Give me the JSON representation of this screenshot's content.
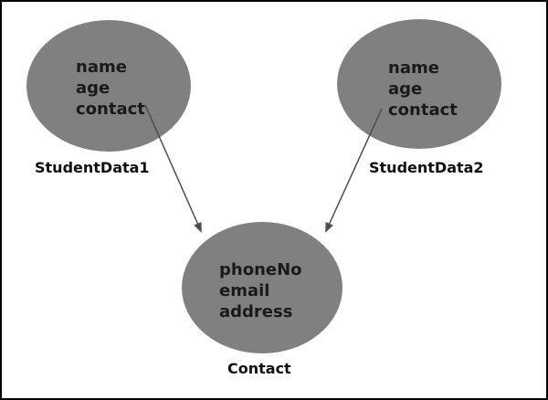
{
  "diagram": {
    "title": "object-sharing-diagram",
    "nodes": {
      "student1": {
        "label": "StudentData1",
        "attributes": [
          "name",
          "age",
          "contact"
        ]
      },
      "student2": {
        "label": "StudentData2",
        "attributes": [
          "name",
          "age",
          "contact"
        ]
      },
      "contact": {
        "label": "Contact",
        "attributes": [
          "phoneNo",
          "email",
          "address"
        ]
      }
    },
    "edges": [
      {
        "from": "StudentData1",
        "to": "Contact"
      },
      {
        "from": "StudentData2",
        "to": "Contact"
      }
    ],
    "colors": {
      "node_fill": "#808080",
      "text": "#1a1a1a",
      "arrow": "#4d4d4d",
      "border": "#000000",
      "background": "#ffffff"
    }
  }
}
